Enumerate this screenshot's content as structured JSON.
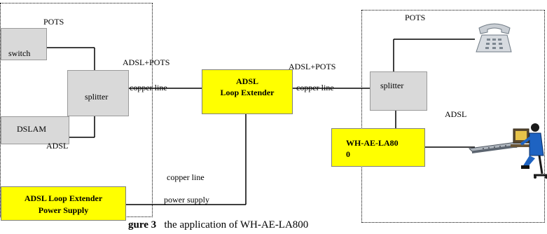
{
  "labels": {
    "pots_left": "POTS",
    "pots_right": "POTS",
    "adsl_pots_left": "ADSL+POTS",
    "adsl_pots_right": "ADSL+POTS",
    "copper_left": "copper line",
    "copper_right": "copper line",
    "adsl_left": "ADSL",
    "adsl_right": "ADSL",
    "copper_bottom": "copper line",
    "power_supply": "power supply"
  },
  "boxes": {
    "switch": "switch",
    "splitter_left": "splitter",
    "dslam": "DSLAM",
    "extender_line1": "ADSL",
    "extender_line2": "Loop Extender",
    "splitter_right": "splitter",
    "modem_line1": "WH-AE-LA80",
    "modem_line2": "0",
    "psu_line1": "ADSL Loop Extender",
    "psu_line2": "Power Supply"
  },
  "caption": {
    "figure": "gure 3",
    "text": "the application of WH-AE-LA800"
  }
}
